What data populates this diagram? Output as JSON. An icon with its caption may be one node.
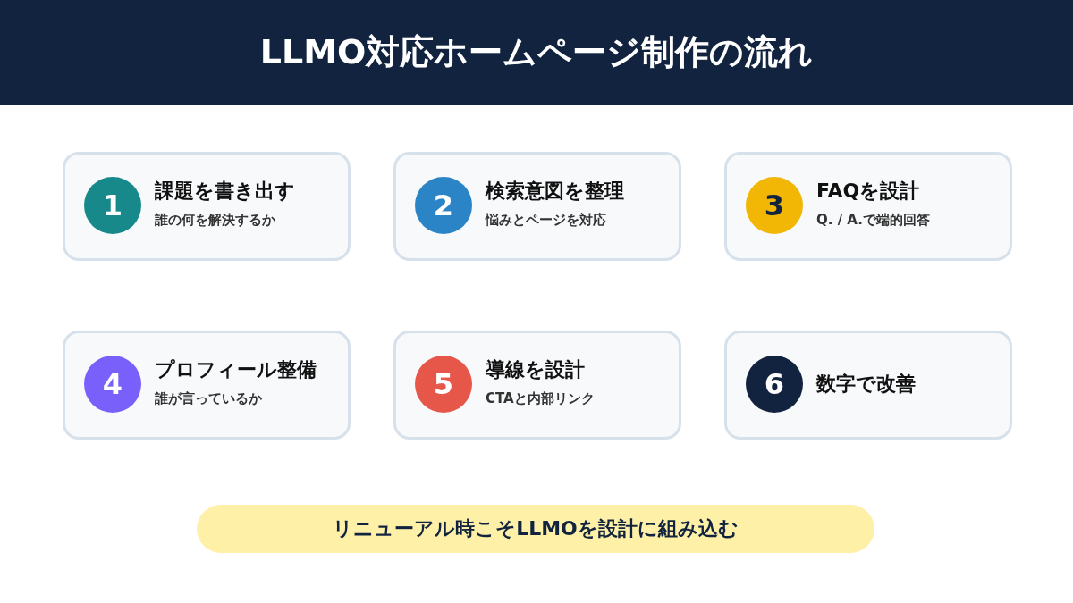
{
  "diagram": {
    "title": "LLMO対応ホームページ制作の流れ",
    "nodes": [
      {
        "text": [
          "課題を書き出す",
          "誰の何を解決するか"
        ]
      },
      {
        "text": [
          "1"
        ],
        "in": 0
      },
      {
        "text": [
          "検索意図を整理",
          "悩みとページを対応"
        ]
      },
      {
        "text": [
          "2"
        ],
        "in": 2
      },
      {
        "text": [
          "FAQを設計",
          "Q. / A.で端的回答"
        ]
      },
      {
        "text": [
          "3"
        ],
        "in": 4
      },
      {
        "text": [
          "プロフィール整備",
          "誰が言っているか"
        ]
      },
      {
        "text": [
          "4"
        ],
        "in": 6
      },
      {
        "text": [
          "導線を設計",
          "CTAと内部リンク"
        ]
      },
      {
        "text": [
          "5"
        ],
        "in": 8
      },
      {
        "text": [
          "数字で改善"
        ]
      },
      {
        "text": [
          "6"
        ],
        "in": 10
      },
      {
        "text": [
          "リニューアル時こそLLMOを設計に組み込む"
        ]
      }
    ]
  }
}
